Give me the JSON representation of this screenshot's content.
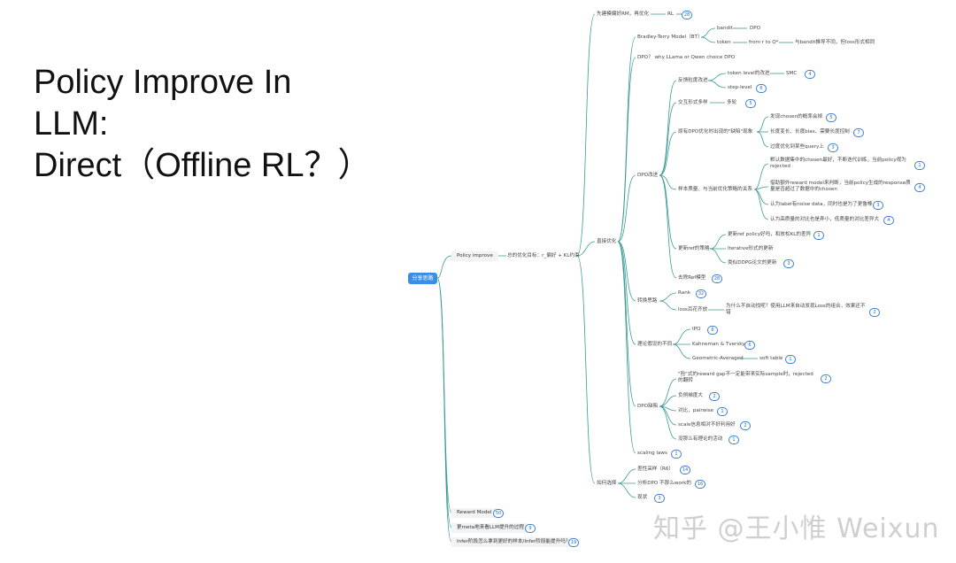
{
  "slide": {
    "title_lines": [
      "Policy Improve In",
      "LLM:",
      "Direct（Offline RL？）"
    ]
  },
  "mindmap": {
    "root": "分享思路",
    "branch_policy": "Policy improve",
    "branch_policy_child": "总的优化目标：r_偏好 + KL约束",
    "top1": "先建模偏好RM，再优化",
    "top1_child": "RL",
    "top1_badge": "28",
    "bt": "Bradley-Terry Model（BT）",
    "bt_bandit": "bandit",
    "bt_bandit_child": "DPO",
    "bt_token": "token",
    "bt_token_child": "from r to Q*",
    "bt_token_note": "与bandit推导不同，但loss形式相同",
    "dpo_why": "DPO？ why LLama or Qwen choice DPO",
    "direct_opt": "直接优化",
    "fb": "反馈粒度改进",
    "fb_token": "token level的改进",
    "fb_token_child": "SMC",
    "fb_token_badge": "4",
    "fb_step": "step-level",
    "fb_step_badge": "6",
    "ia": "交互形式多样",
    "ia_child": "多轮",
    "ia_badge": "5",
    "orig": "原有DPO优化时出现的\"缺陷\"现象",
    "orig_1": "发现chosen的概率会掉",
    "orig_1_badge": "5",
    "orig_2": "长度变长、长度bias、需要长度控制",
    "orig_2_badge": "7",
    "orig_3": "过度优化到某些query上",
    "orig_3_badge": "3",
    "dpo_improve": "DPO改进",
    "sq": "样本质量、与当前优化策略的关系",
    "sq_1": "默认数据集中的chosen最好，不断迭代训练，当前policy视为rejected",
    "sq_1_badge": "1",
    "sq_2": "借助额外reward model来判断，当前policy生成的response质量是否超过了数据中的chosen",
    "sq_2_badge": "4",
    "sq_3": "认为label有noise data，同时也是为了更鲁棒",
    "sq_3_badge": "3",
    "sq_4": "认为高质量的对比也是弄小，低质量的对比差异大",
    "sq_4_badge": "4",
    "ref": "更新ref的策略",
    "ref_1": "更新ref policy好吗，和放松KL的差异",
    "ref_1_badge": "1",
    "ref_2": "Iterative形式的更新",
    "ref_3": "类似DDPG论文的更新",
    "ref_3_badge": "3",
    "rm_ref": "去除Ref模型",
    "rm_ref_badge": "28",
    "trans": "转换思路",
    "trans_rank": "Rank",
    "trans_rank_badge": "32",
    "trans_loss": "loss百花齐放",
    "trans_loss_note": "为什么不自动找呢？使用LLM来自动发现Loss的组合，效果还不错",
    "trans_loss_badge": "2",
    "theory": "理论假设的不同",
    "theory_ipo": "IPO",
    "theory_ipo_badge": "6",
    "theory_kt": "Kahneman & Tversky",
    "theory_kt_badge": "6",
    "theory_geo": "Geometric-Averaged",
    "theory_geo_child": "soft table",
    "theory_geo_badge": "1",
    "defect": "DPO缺陷",
    "defect_1": "\"险\"式的reward gap不一定能带来实际sample时，rejected的翻转",
    "defect_1_badge": "2",
    "defect_2": "负例梯度大",
    "defect_2_badge": "2",
    "defect_3": "对比，pairwise",
    "defect_3_badge": "1",
    "defect_4": "scale信息相对不好利用好",
    "defect_4_badge": "2",
    "defect_5": "没那么有理论的活动",
    "defect_5_badge": "1",
    "scaling": "scaling laws",
    "scaling_badge": "1",
    "sel": "如何选择",
    "sel_1": "差性采样（R6）",
    "sel_1_badge": "14",
    "sel_2": "分析DPO 不那么work的",
    "sel_2_badge": "16",
    "sel_3": "现状",
    "sel_3_badge": "3",
    "reward_model": "Reward Model",
    "reward_model_badge": "50",
    "meta": "更meta地来看LLM提升的过程",
    "meta_badge": "9",
    "infer": "Infer阶段怎么拿到更好的样本/Infer阶段能提升吗？",
    "infer_badge": "19"
  },
  "watermark": "知乎 @王小惟 Weixun",
  "colors": {
    "line": "#3a9a95",
    "root": "#3a8ee6",
    "badge": "#3b7fcf",
    "watermark": "#cfcfcf"
  }
}
